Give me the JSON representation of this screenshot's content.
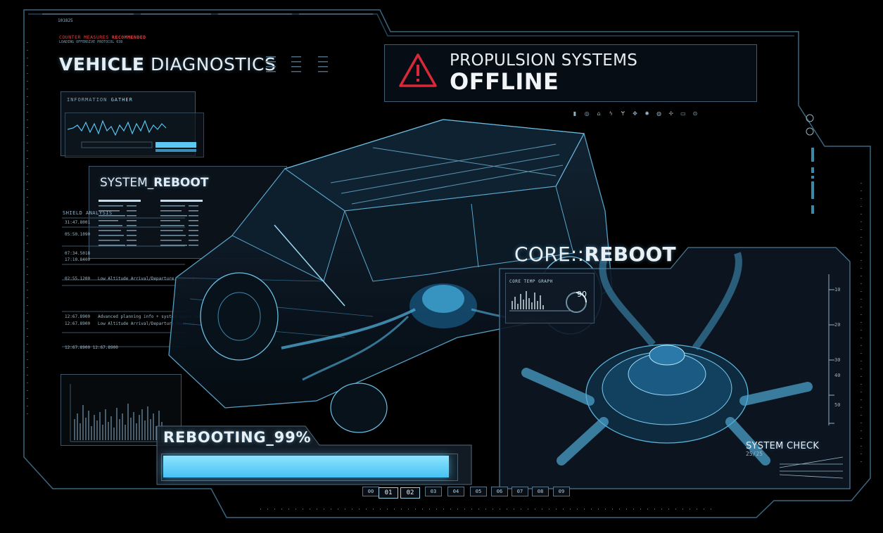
{
  "header": {
    "code_id": "101825",
    "counter_prefix": "COUNTER MEASURES",
    "counter_strong": "RECOMMENDED",
    "loading": "LOADING OFFENSIVE PROTOCOL 038",
    "title_strong": "VEHICLE",
    "title_rest": " DIAGNOSTICS"
  },
  "alert": {
    "line1": "PROPULSION SYSTEMS",
    "line2": "OFFLINE",
    "icon": "warning-triangle-icon",
    "color": "#d8283a"
  },
  "info_panel": {
    "title_a": "INFORMATION",
    "title_b": " GATHER"
  },
  "system_reboot": {
    "title_a": "SYSTEM_",
    "title_b": "REBOOT"
  },
  "log": {
    "heading": "SHIELD ANALYSIS",
    "rows": [
      {
        "time": "31:47.8001",
        "text": ""
      },
      {
        "time": "05:50.1090",
        "text": ""
      },
      {
        "time": "07:34.5018",
        "text": ""
      },
      {
        "time": "17:10.8400",
        "text": ""
      },
      {
        "time": "02:55.1200",
        "text": "Low Altitude Arrival/Departure Routing"
      },
      {
        "time": "12:67.8900",
        "text": "Advanced planning info + system users facilities"
      },
      {
        "time": "12:67.8900",
        "text": "Low Altitude Arrival/Departure Routing"
      },
      {
        "time": "12:67.8900 12:67.8900",
        "text": ""
      }
    ]
  },
  "core": {
    "title_a": "CORE::",
    "title_b": "REBOOT",
    "temp_label": "CORE TEMP GRAPH",
    "temp_value": "90",
    "scale": [
      "10",
      "20",
      "30",
      "40",
      "50"
    ]
  },
  "system_check": {
    "title": "SYSTEM CHECK",
    "count": "25/25"
  },
  "progress": {
    "label": "REBOOTING_99%",
    "value_percent": 99
  },
  "tabs": [
    "00",
    "01",
    "02",
    "03",
    "04",
    "05",
    "06",
    "07",
    "08",
    "09"
  ],
  "active_tabs": [
    "01",
    "02"
  ],
  "icons": [
    "battery-icon",
    "tire-icon",
    "home-icon",
    "lightning-icon",
    "wrench-icon",
    "engine-icon",
    "gear-icon",
    "oil-icon",
    "fan-icon",
    "monitor-icon",
    "chevron-down-icon"
  ],
  "colors": {
    "accent": "#5bcbf5",
    "frame": "#3e6b86",
    "alert_red": "#d8283a"
  }
}
